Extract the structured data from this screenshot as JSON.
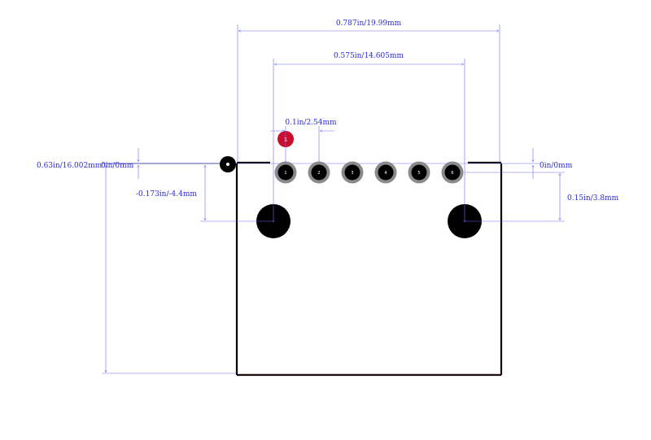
{
  "colors": {
    "dimension": "#6a6af0",
    "dimension_text": "#2a2ad8",
    "outline": "#000000",
    "pad_ring": "#8a8a8a",
    "pad_center": "#000000",
    "pin1_marker": "#c8102e",
    "trace": "#1a1a90",
    "bottom_edge": "#c07070"
  },
  "dimensions": {
    "overall_width": "0.787in/19.99mm",
    "mount_hole_spacing": "0.575in/14.605mm",
    "pin_pitch": "0.1in/2.54mm",
    "total_height": "0.63in/16.002mm",
    "origin_left": "0in/0mm",
    "hole_offset_left": "-0.173in/-4.4mm",
    "origin_right": "0in/0mm",
    "hole_offset_right": "0.15in/3.8mm"
  },
  "pins": {
    "labels": [
      "1",
      "2",
      "3",
      "4",
      "5",
      "6"
    ]
  },
  "pin1_marker_label": "1",
  "icons": [
    "origin-marker-icon",
    "pin1-marker-icon"
  ]
}
